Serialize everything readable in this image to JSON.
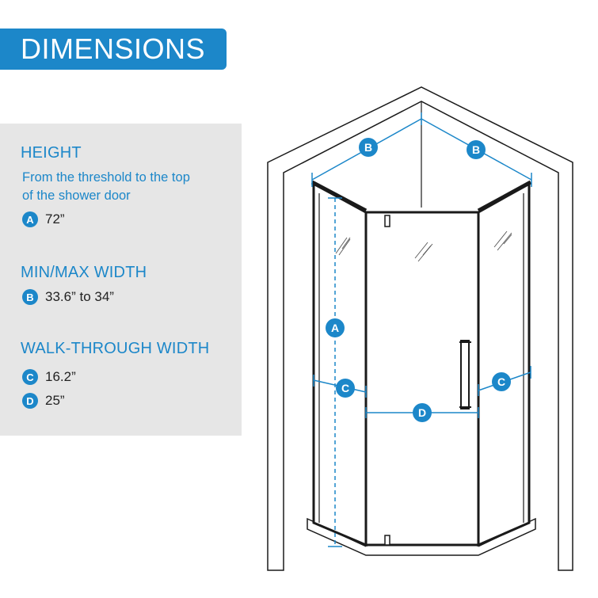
{
  "banner": {
    "title": "DIMENSIONS"
  },
  "height": {
    "heading": "HEIGHT",
    "description_line1": "From the threshold to the top",
    "description_line2": "of the shower door",
    "marker": "A",
    "value": "72”"
  },
  "width": {
    "heading": "MIN/MAX WIDTH",
    "marker": "B",
    "value": "33.6”  to 34”"
  },
  "walkthrough": {
    "heading": "WALK-THROUGH WIDTH",
    "items": [
      {
        "marker": "C",
        "value": "16.2”"
      },
      {
        "marker": "D",
        "value": "25”"
      }
    ]
  },
  "diagram_labels": {
    "b_left": "B",
    "b_right": "B",
    "a": "A",
    "c_left": "C",
    "c_right": "C",
    "d": "D"
  },
  "colors": {
    "accent": "#1c87c9",
    "panel": "#e6e6e6",
    "frame": "#1a1a1a"
  }
}
